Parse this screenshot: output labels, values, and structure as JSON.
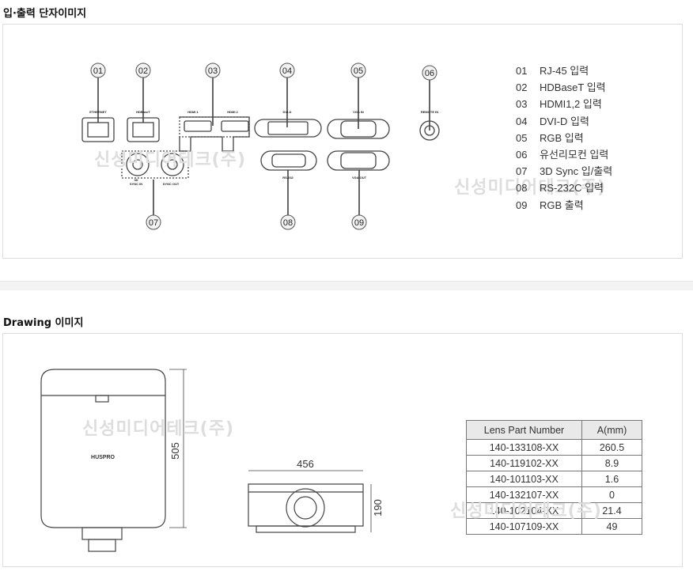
{
  "section1": {
    "title": "입·출력 단자이미지",
    "ports": {
      "ethernet": "ETHERNET",
      "hdbaset": "HDBaseT",
      "hdmi1": "HDMI 1",
      "hdmi2": "HDMI 2",
      "dvi": "DVI-D",
      "vga_in": "VGA IN",
      "remote": "REMOTE IN",
      "sync_in": "SYNC IN",
      "sync_out": "SYNC OUT",
      "three_d": "3D",
      "rs232": "RS-232",
      "vga_out": "VGA OUT"
    },
    "callouts": [
      "01",
      "02",
      "03",
      "04",
      "05",
      "06",
      "07",
      "08",
      "09"
    ],
    "legend": [
      {
        "num": "01",
        "label": "RJ-45 입력"
      },
      {
        "num": "02",
        "label": "HDBaseT 입력"
      },
      {
        "num": "03",
        "label": "HDMI1,2 입력"
      },
      {
        "num": "04",
        "label": "DVI-D 입력"
      },
      {
        "num": "05",
        "label": "RGB 입력"
      },
      {
        "num": "06",
        "label": "유선리모컨 입력"
      },
      {
        "num": "07",
        "label": "3D Sync 입/출력"
      },
      {
        "num": "08",
        "label": "RS-232C 입력"
      },
      {
        "num": "09",
        "label": "RGB 출력"
      }
    ]
  },
  "watermark": "신성미디어테크(주)",
  "section2": {
    "title": "Drawing 이미지",
    "dims": {
      "height": "505",
      "width": "456",
      "depth": "190"
    },
    "brand": "HUSPRO",
    "table": {
      "headers": [
        "Lens Part Number",
        "A(mm)"
      ],
      "rows": [
        [
          "140-133108-XX",
          "260.5"
        ],
        [
          "140-119102-XX",
          "8.9"
        ],
        [
          "140-101103-XX",
          "1.6"
        ],
        [
          "140-132107-XX",
          "0"
        ],
        [
          "140-102104-XX",
          "21.4"
        ],
        [
          "140-107109-XX",
          "49"
        ]
      ]
    }
  }
}
